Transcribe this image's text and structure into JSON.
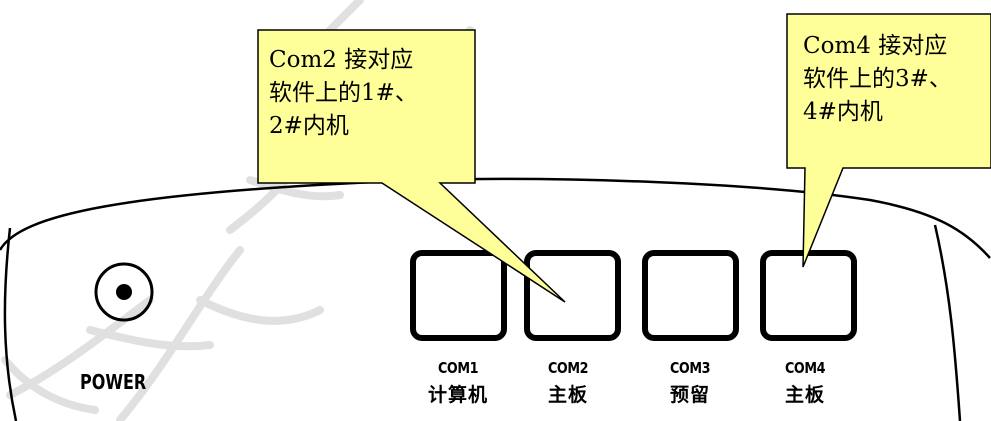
{
  "callouts": [
    {
      "text": "Com2 接对应\n软件上的1#、\n2#内机"
    },
    {
      "text": "Com4 接对应\n软件上的3#、\n4#内机"
    }
  ],
  "power": {
    "label": "POWER"
  },
  "ports": [
    {
      "code": "COM1",
      "desc": "计算机"
    },
    {
      "code": "COM2",
      "desc": "主板"
    },
    {
      "code": "COM3",
      "desc": "预留"
    },
    {
      "code": "COM4",
      "desc": "主板"
    }
  ],
  "colors": {
    "callout_fill": "#ffff99",
    "outline": "#000000",
    "watermark": "#b0b0b0"
  }
}
